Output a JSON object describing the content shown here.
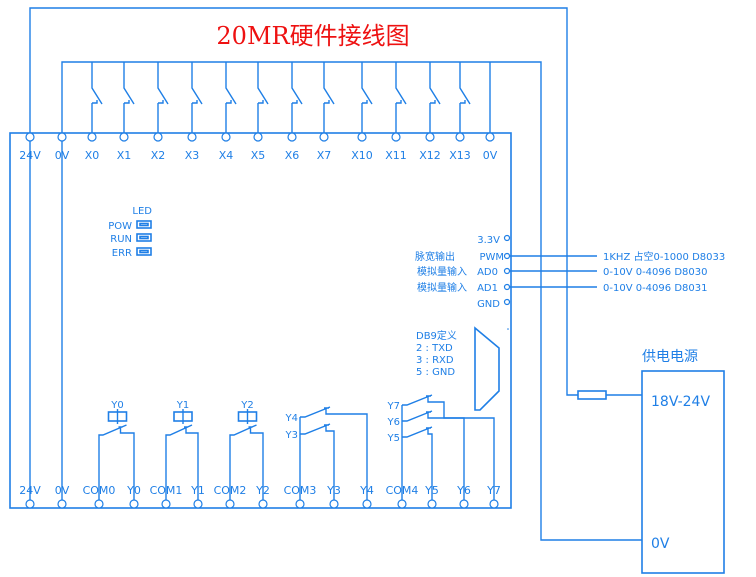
{
  "title": "20MR硬件接线图",
  "colors": {
    "wire": "#1f7fe6",
    "title": "#ee1111"
  },
  "top_terminals": [
    "24V",
    "0V",
    "X0",
    "X1",
    "X2",
    "X3",
    "X4",
    "X5",
    "X6",
    "X7",
    "X10",
    "X11",
    "X12",
    "X13",
    "0V"
  ],
  "input_switches": [
    "X0",
    "X1",
    "X2",
    "X3",
    "X4",
    "X5",
    "X6",
    "X7",
    "X10",
    "X11",
    "X12",
    "X13"
  ],
  "bottom_terminals": [
    "24V",
    "0V",
    "COM0",
    "Y0",
    "COM1",
    "Y1",
    "COM2",
    "Y2",
    "COM3",
    "Y3",
    "Y4",
    "COM4",
    "Y5",
    "Y6",
    "Y7"
  ],
  "led": {
    "header": "LED",
    "items": [
      "POW",
      "RUN",
      "ERR"
    ]
  },
  "io_pins": [
    {
      "pin": "3.3V",
      "desc": "",
      "note": ""
    },
    {
      "pin": "PWM",
      "desc": "脉宽输出",
      "note": "1KHZ 占空0-1000 D8033"
    },
    {
      "pin": "AD0",
      "desc": "模拟量输入",
      "note": "0-10V 0-4096 D8030"
    },
    {
      "pin": "AD1",
      "desc": "模拟量输入",
      "note": "0-10V 0-4096 D8031"
    },
    {
      "pin": "GND",
      "desc": "",
      "note": ""
    }
  ],
  "db9": {
    "title": "DB9定义",
    "lines": [
      "2 : TXD",
      "3 : RXD",
      "5 : GND"
    ]
  },
  "relays": [
    "Y0",
    "Y1",
    "Y2"
  ],
  "com3_outputs": [
    "Y4",
    "Y3"
  ],
  "com4_outputs": [
    "Y7",
    "Y6",
    "Y5"
  ],
  "power_supply": {
    "title": "供电电源",
    "positive": "18V-24V",
    "negative": "0V"
  }
}
